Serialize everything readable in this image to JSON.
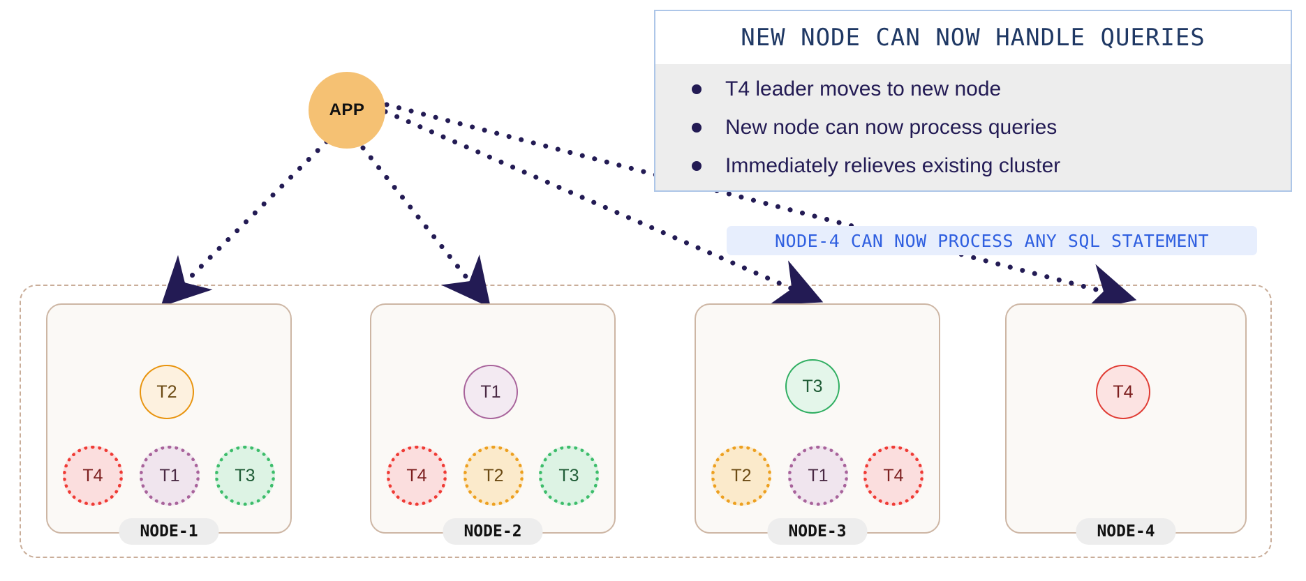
{
  "app": {
    "label": "APP"
  },
  "info_panel": {
    "title": "NEW NODE CAN NOW HANDLE QUERIES",
    "items": [
      "T4 leader moves to new node",
      "New node can now process queries",
      "Immediately relieves existing cluster"
    ],
    "border_color": "#adc6e8",
    "title_color": "#1f3864",
    "body_bg": "#ededed"
  },
  "callout": {
    "text": "NODE-4 CAN NOW PROCESS ANY SQL STATEMENT",
    "bg": "#e7eefd",
    "color": "#2f5fe0"
  },
  "cluster": {
    "border_color": "#c9ad99",
    "nodes": [
      {
        "label": "NODE-1",
        "leader": {
          "label": "T2",
          "fill": "#fdf1df",
          "stroke": "#e8930c",
          "text": "#6b4a13"
        },
        "followers": [
          {
            "label": "T4",
            "fill": "#fbdede",
            "stroke": "#ef3b35",
            "text": "#7d2020"
          },
          {
            "label": "T1",
            "fill": "#f0e5ee",
            "stroke": "#a8639b",
            "text": "#4a2a44"
          },
          {
            "label": "T3",
            "fill": "#ddf3e4",
            "stroke": "#3dbd6b",
            "text": "#1f5c36"
          }
        ]
      },
      {
        "label": "NODE-2",
        "leader": {
          "label": "T1",
          "fill": "#f3eaf2",
          "stroke": "#a8639b",
          "text": "#4a2a44"
        },
        "followers": [
          {
            "label": "T4",
            "fill": "#fbdede",
            "stroke": "#ef3b35",
            "text": "#7d2020"
          },
          {
            "label": "T2",
            "fill": "#fbeacb",
            "stroke": "#eda020",
            "text": "#6b4a13"
          },
          {
            "label": "T3",
            "fill": "#ddf3e4",
            "stroke": "#3dbd6b",
            "text": "#1f5c36"
          }
        ]
      },
      {
        "label": "NODE-3",
        "leader": {
          "label": "T3",
          "fill": "#e4f6ea",
          "stroke": "#2fae61",
          "text": "#1f5c36"
        },
        "followers": [
          {
            "label": "T2",
            "fill": "#fbeacb",
            "stroke": "#eda020",
            "text": "#6b4a13"
          },
          {
            "label": "T1",
            "fill": "#f0e5ee",
            "stroke": "#a8639b",
            "text": "#4a2a44"
          },
          {
            "label": "T4",
            "fill": "#fbdede",
            "stroke": "#ef3b35",
            "text": "#7d2020"
          }
        ]
      },
      {
        "label": "NODE-4",
        "leader": {
          "label": "T4",
          "fill": "#fce3e2",
          "stroke": "#e03a32",
          "text": "#7d2020"
        },
        "followers": []
      }
    ]
  },
  "arrow_color": "#231b54"
}
